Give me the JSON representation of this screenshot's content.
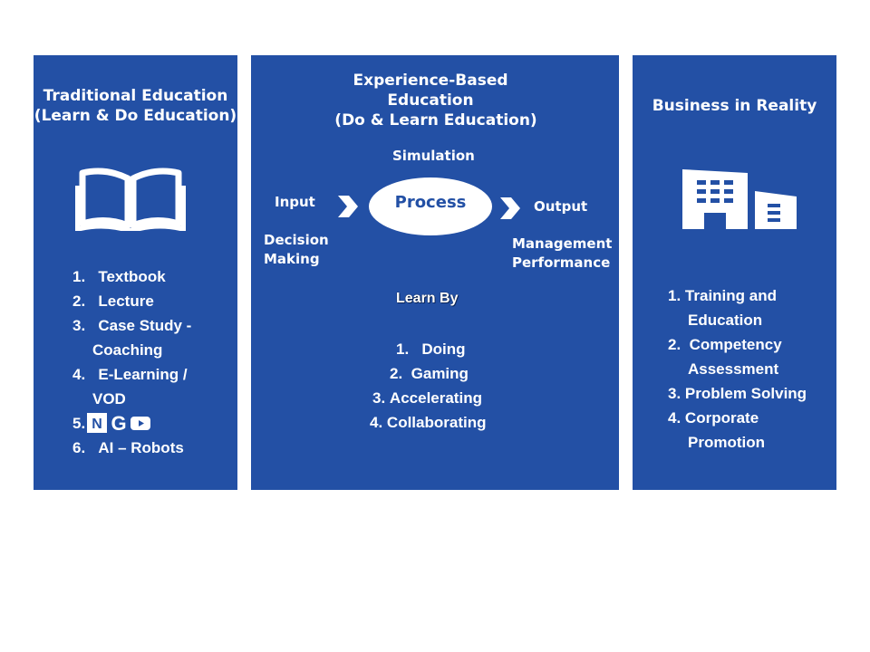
{
  "left": {
    "title_line1": "Traditional Education",
    "title_line2": "(Learn & Do Education)",
    "icon": "open-book-icon",
    "items": [
      {
        "num": "1.",
        "text": "Textbook",
        "text2": ""
      },
      {
        "num": "2.",
        "text": "Lecture",
        "text2": ""
      },
      {
        "num": "3.",
        "text": "Case Study -",
        "text2": "Coaching"
      },
      {
        "num": "4.",
        "text": "E-Learning /",
        "text2": "VOD"
      },
      {
        "num": "5.",
        "text": "",
        "text2": ""
      },
      {
        "num": "6.",
        "text": "AI – Robots",
        "text2": ""
      }
    ],
    "logos": {
      "naver": "N",
      "google": "G",
      "youtube": "youtube-icon"
    }
  },
  "middle": {
    "title_line1": "Experience-Based",
    "title_line2": "Education",
    "title_line3": "(Do & Learn Education)",
    "simulation": "Simulation",
    "input": "Input",
    "process": "Process",
    "output": "Output",
    "decision_line1": "Decision",
    "decision_line2": "Making",
    "management_line1": "Management",
    "management_line2": "Performance",
    "learn_by": "Learn By",
    "items": [
      {
        "num": "1.",
        "text": "Doing"
      },
      {
        "num": "2.",
        "text": "Gaming"
      },
      {
        "num": "3.",
        "text": "Accelerating"
      },
      {
        "num": "4.",
        "text": "Collaborating"
      }
    ]
  },
  "right": {
    "title": "Business in Reality",
    "icon": "office-building-icon",
    "items": [
      {
        "num": "1.",
        "text": "Training and",
        "text2": "Education"
      },
      {
        "num": "2.",
        "text": "Competency",
        "text2": "Assessment"
      },
      {
        "num": "3.",
        "text": "Problem Solving",
        "text2": ""
      },
      {
        "num": "4.",
        "text": "Corporate",
        "text2": "Promotion"
      }
    ]
  },
  "colors": {
    "panel": "#2350a5",
    "text": "#ffffff"
  }
}
